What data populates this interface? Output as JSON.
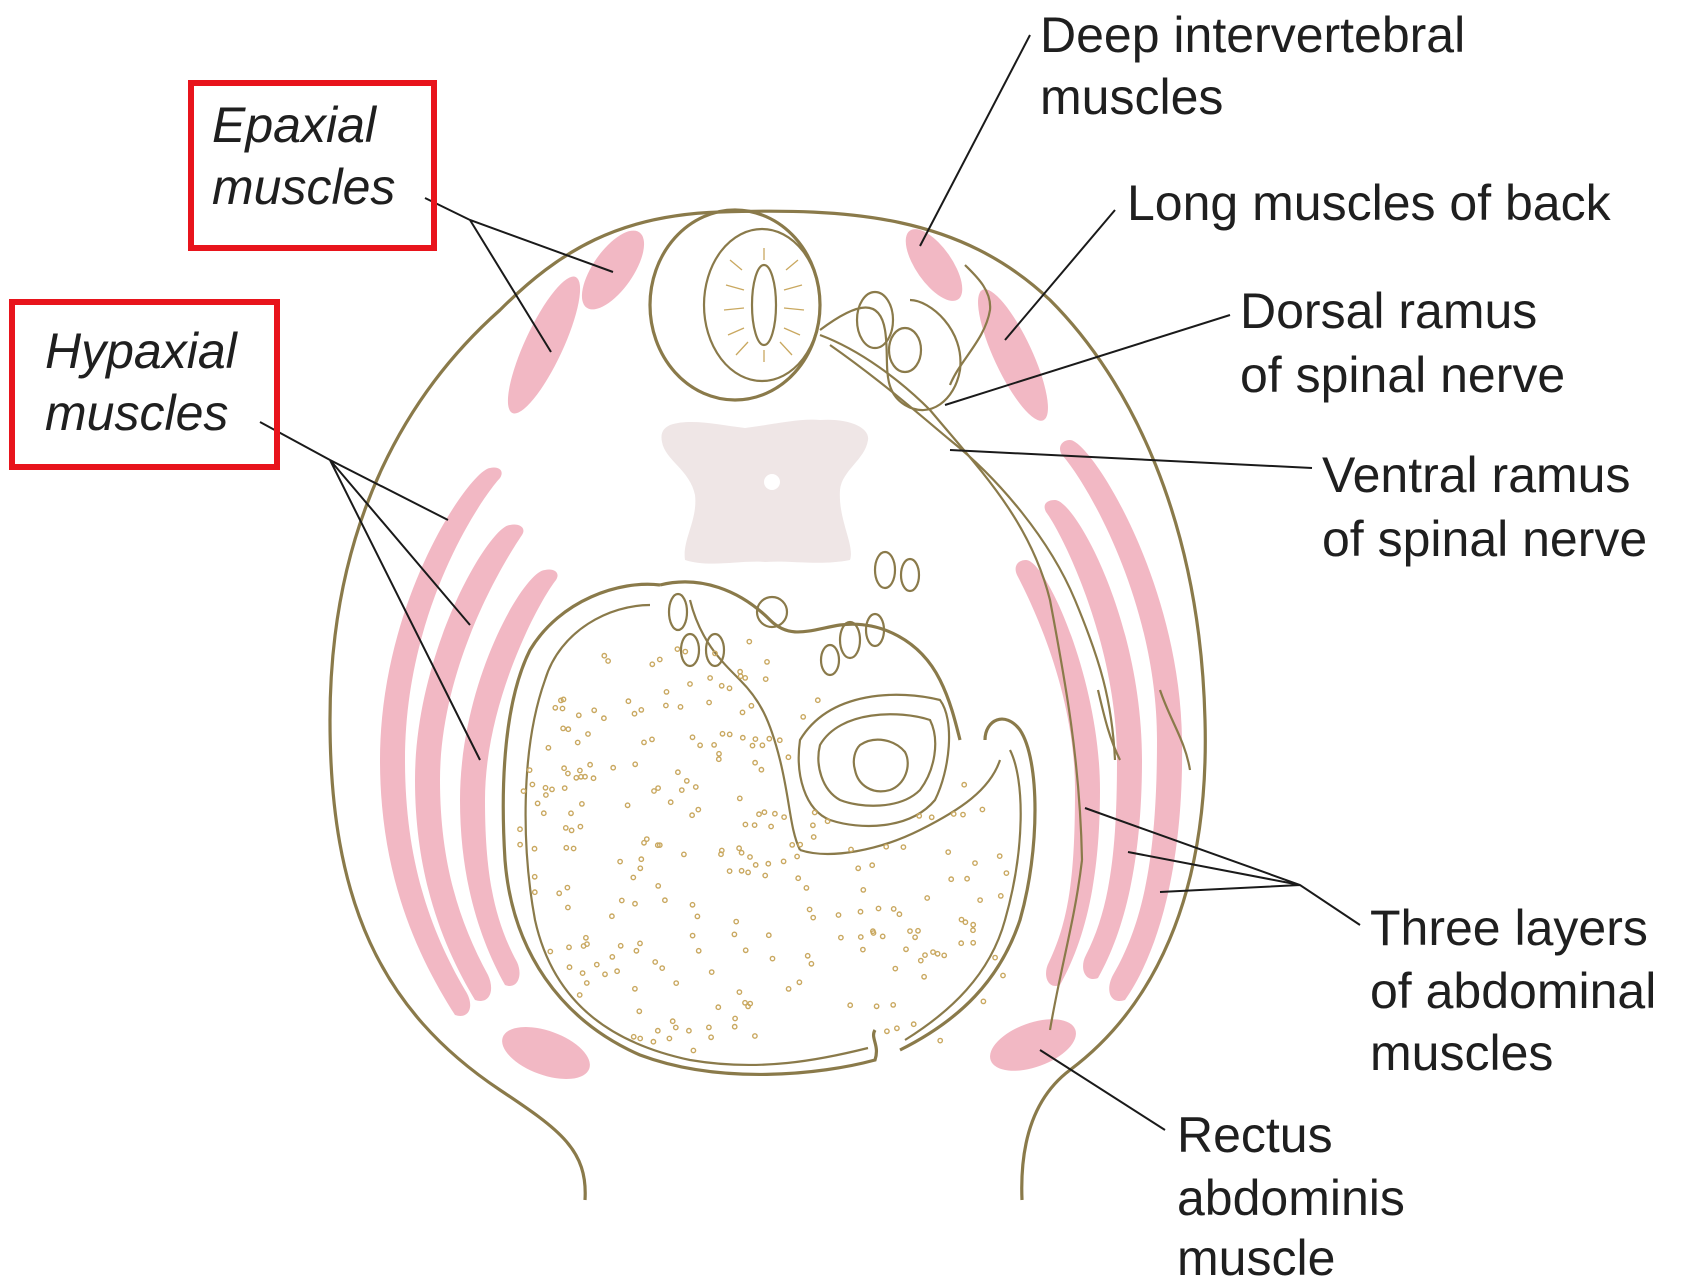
{
  "labels": {
    "epaxial_1": "Epaxial",
    "epaxial_2": "muscles",
    "hypaxial_1": "Hypaxial",
    "hypaxial_2": "muscles",
    "deep_1": "Deep intervertebral",
    "deep_2": "muscles",
    "long_back": "Long muscles of back",
    "dorsal_1": "Dorsal ramus",
    "dorsal_2": "of spinal nerve",
    "ventral_1": "Ventral ramus",
    "ventral_2": "of spinal nerve",
    "three_1": "Three layers",
    "three_2": "of abdominal",
    "three_3": "muscles",
    "rectus_1": "Rectus",
    "rectus_2": "abdominis",
    "rectus_3": "muscle"
  },
  "colors": {
    "muscle": "#f2b8c4",
    "outline": "#8a7a4a",
    "highlight_box": "#e8141c",
    "vertebra": "#efe6e6"
  }
}
